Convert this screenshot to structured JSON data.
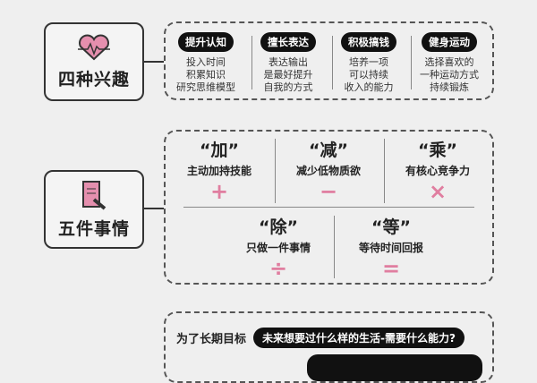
{
  "interests": {
    "title": "四种兴趣",
    "icon": "heart-pulse-icon",
    "items": [
      {
        "tag": "提升认知",
        "desc": [
          "投入时间",
          "积累知识",
          "研究思维模型"
        ]
      },
      {
        "tag": "擅长表达",
        "desc": [
          "表达输出",
          "是最好提升",
          "自我的方式"
        ]
      },
      {
        "tag": "积极搞钱",
        "desc": [
          "培养一项",
          "可以持续",
          "收入的能力"
        ]
      },
      {
        "tag": "健身运动",
        "desc": [
          "选择喜欢的",
          "一种运动方式",
          "持续锻炼"
        ]
      }
    ]
  },
  "things": {
    "title": "五件事情",
    "icon": "document-pen-icon",
    "items": [
      {
        "big": "“加”",
        "sub": "主动加持技能",
        "sym": "+"
      },
      {
        "big": "“减”",
        "sub": "减少低物质欲",
        "sym": "−"
      },
      {
        "big": "“乘”",
        "sub": "有核心竞争力",
        "sym": "×"
      },
      {
        "big": "“除”",
        "sub": "只做一件事情",
        "sym": "÷"
      },
      {
        "big": "“等”",
        "sub": "等待时间回报",
        "sym": "="
      }
    ]
  },
  "goal": {
    "label": "为了长期目标",
    "question": "未来想要过什么样的生活-需要什么能力?"
  },
  "colors": {
    "accent": "#e07ea0",
    "background": "#efefef"
  }
}
